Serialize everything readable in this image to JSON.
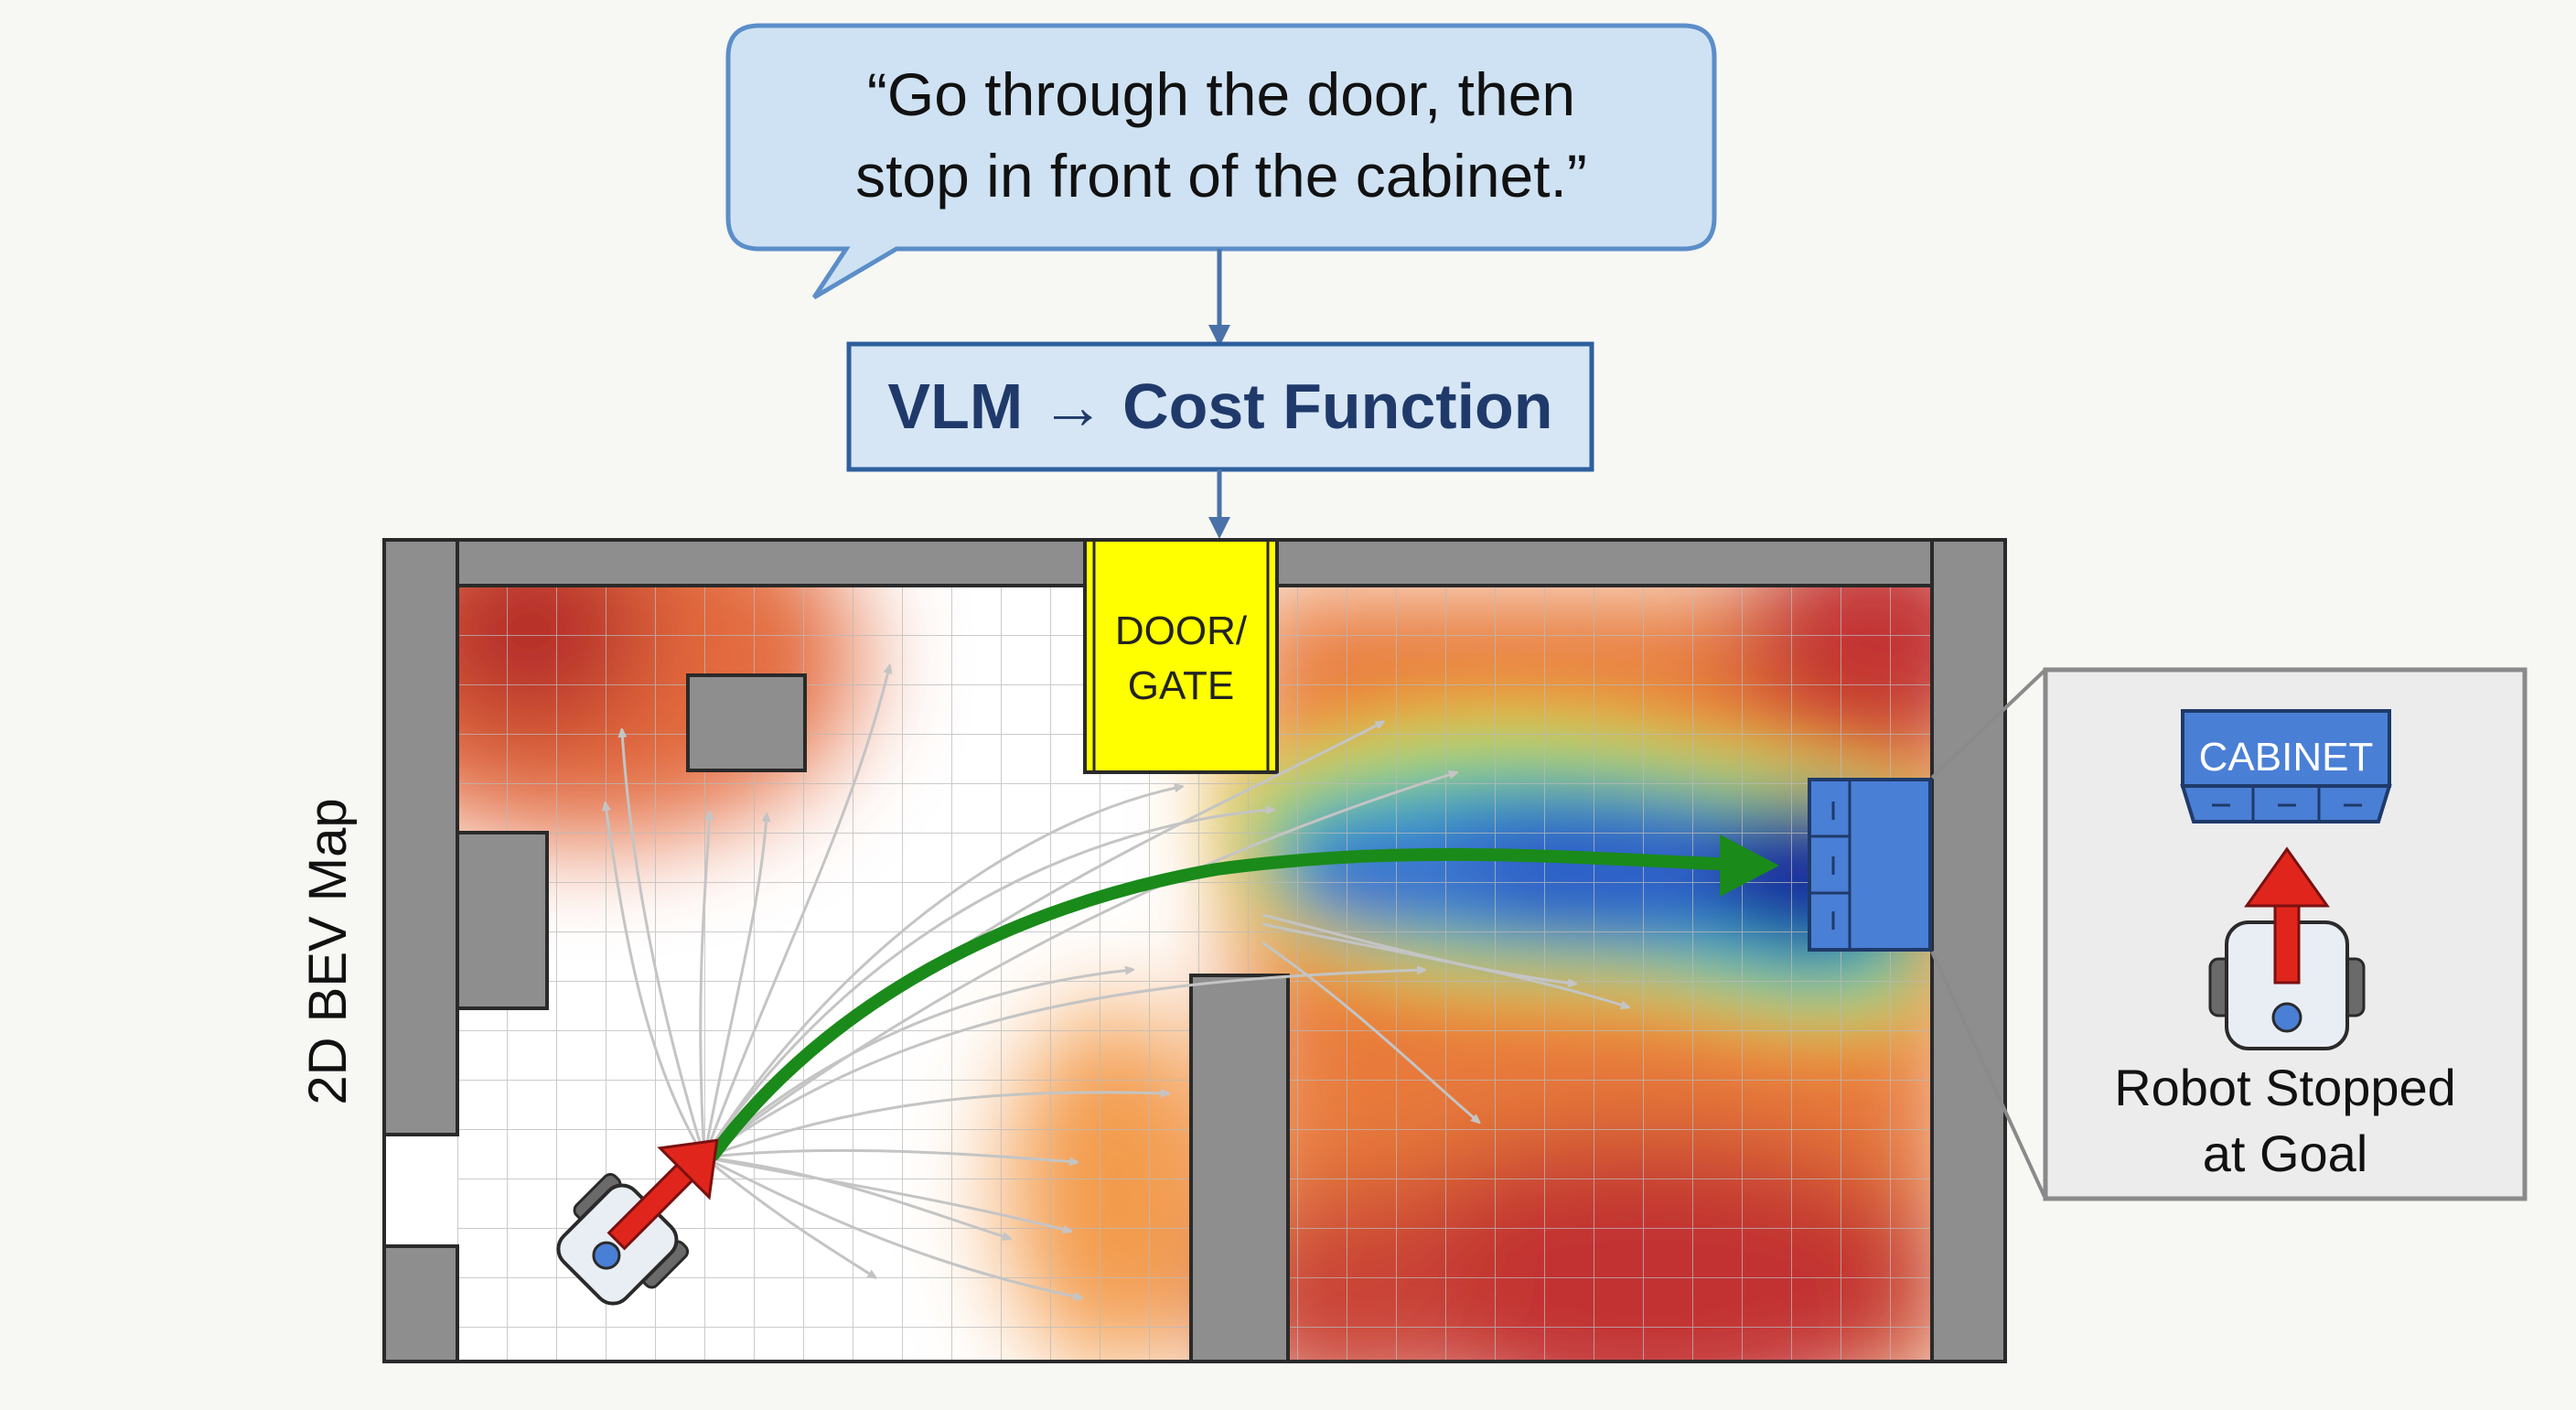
{
  "instruction": {
    "line1": "“Go through the door, then",
    "line2": "stop in front of the cabinet.”"
  },
  "pipeline": {
    "label": "VLM → Cost Function"
  },
  "map": {
    "side_label": "2D BEV Map",
    "door_label_line1": "DOOR/",
    "door_label_line2": "GATE"
  },
  "inset": {
    "cabinet_label": "CABINET",
    "caption_line1": "Robot Stopped",
    "caption_line2": "at Goal"
  },
  "colors": {
    "bubble_fill": "#cfe2f3",
    "bubble_stroke": "#5b8ec9",
    "box_stroke": "#2e5f9e",
    "title_text": "#1f3a6a",
    "wall": "#8e8e8e",
    "door": "#ffff00",
    "cabinet": "#4a7fd6",
    "path": "#1a8a1a",
    "heading_arrow": "#e0261c",
    "low_cost": "#2a3fb8",
    "high_cost": "#c9302c"
  },
  "icons": {
    "connector": "down-arrow-icon",
    "robot": "robot-icon",
    "heading": "heading-arrow-icon",
    "goal_path": "planned-path-arrow-icon"
  }
}
